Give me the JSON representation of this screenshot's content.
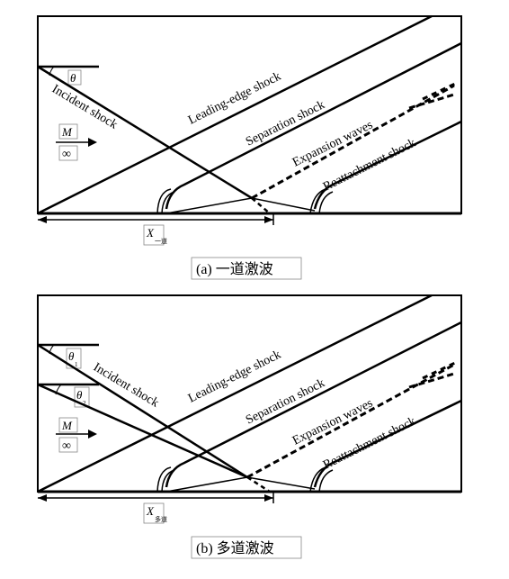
{
  "panels": [
    {
      "caption": "(a) 一道激波",
      "theta": "θ",
      "incident_label": "Incident shock",
      "leading_label": "Leading-edge shock",
      "separation_label": "Separation shock",
      "expansion_label": "Expansion waves",
      "reattachment_label": "Reattachment shock",
      "mach_top": "M",
      "mach_bottom": "∞",
      "x_label": "X",
      "x_sub": "一道"
    },
    {
      "caption": "(b) 多道激波",
      "theta1": "θ",
      "theta1_sub": "1",
      "theta2": "θ",
      "theta2_sub": "2",
      "incident_label": "Incident shock",
      "leading_label": "Leading-edge shock",
      "separation_label": "Separation shock",
      "expansion_label": "Expansion waves",
      "reattachment_label": "Reattachment shock",
      "mach_top": "M",
      "mach_bottom": "∞",
      "x_label": "X",
      "x_sub": "多道"
    }
  ]
}
